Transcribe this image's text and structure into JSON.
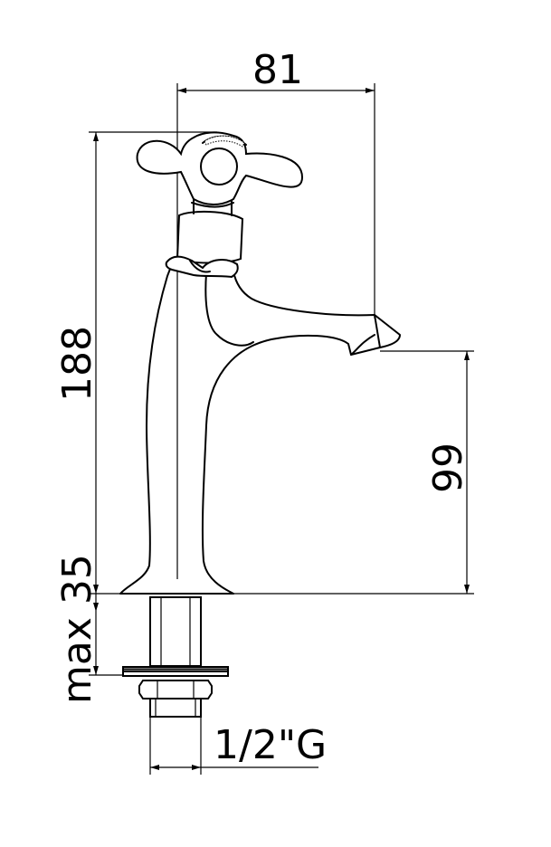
{
  "dimensions": {
    "width_top": "81",
    "overall_height": "188",
    "spout_height": "99",
    "max_thickness": "max 35",
    "thread": "1/2\"G"
  },
  "colors": {
    "line": "#000000",
    "background": "#ffffff"
  }
}
